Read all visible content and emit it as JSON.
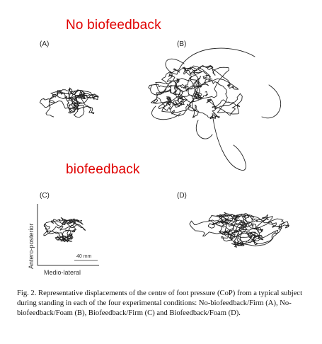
{
  "headings": {
    "no_biofeedback": "No biofeedback",
    "biofeedback": "biofeedback"
  },
  "panels": {
    "a": "(A)",
    "b": "(B)",
    "c": "(C)",
    "d": "(D)"
  },
  "axes": {
    "y_label": "Antero-posterior",
    "x_label": "Medio-lateral",
    "scale_bar": "40 mm"
  },
  "caption": {
    "prefix": "Fig. 2.",
    "text": "Representative displacements of the centre of foot pressure (CoP) from a typical subject during standing in each of the four experimental conditions: No-biofeedback/Firm (A), No-biofeedback/Foam (B), Biofeedback/Firm (C) and Biofeedback/Foam (D)."
  },
  "colors": {
    "heading_red": "#e00000",
    "trace": "#222222"
  }
}
